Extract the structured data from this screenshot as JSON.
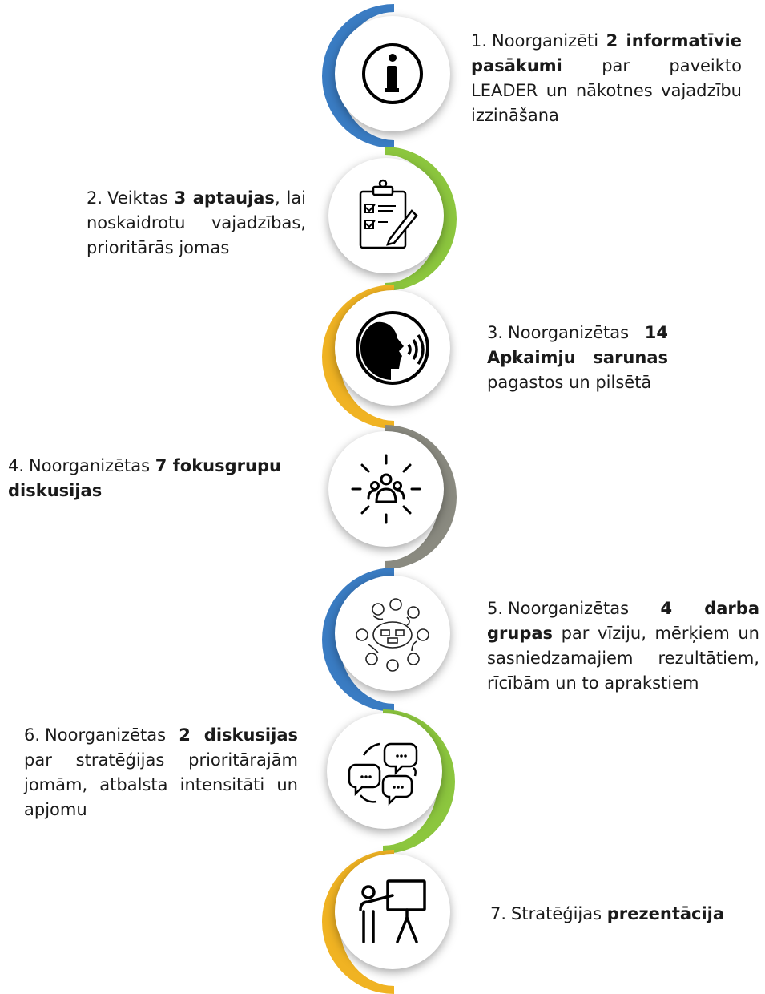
{
  "colors": {
    "blue": "#3a7cc3",
    "green": "#8cc63e",
    "yellow": "#f0b323",
    "gray": "#8a8a80"
  },
  "steps": [
    {
      "num": "1.",
      "pre": "Noorganizēti ",
      "bold": "2 informatīvie pasākumi",
      "post": " par paveikto LEADER un nākotnes vajadzību izzināšana",
      "icon": "info-icon"
    },
    {
      "num": "2.",
      "pre": "Veiktas ",
      "bold": "3 aptaujas",
      "post": ", lai noskaidrotu vajadzības, prioritārās jomas",
      "icon": "clipboard-survey-icon"
    },
    {
      "num": "3.",
      "pre": "Noorganizētas ",
      "bold": "14 Apkaimju sarunas",
      "post": " pagastos un pilsētā",
      "icon": "speaking-head-icon"
    },
    {
      "num": "4.",
      "pre": "Noorganizētas ",
      "bold": "7 fokusgrupu diskusijas",
      "post": "",
      "icon": "focus-group-icon"
    },
    {
      "num": "5.",
      "pre": "Noorganizētas ",
      "bold": "4 darba grupas",
      "post": " par vīziju, mērķiem un sasniedzamajiem rezultātiem, rīcībām un to aprakstiem",
      "icon": "workgroup-table-icon"
    },
    {
      "num": "6.",
      "pre": "Noorganizētas ",
      "bold": "2 diskusijas",
      "post": " par stratēģijas prioritārajām jomām, atbalsta intensitāti un apjomu",
      "icon": "chat-bubbles-icon"
    },
    {
      "num": "7.",
      "pre": "Stratēģijas ",
      "bold": "prezentācija",
      "post": "",
      "icon": "presentation-icon"
    }
  ]
}
